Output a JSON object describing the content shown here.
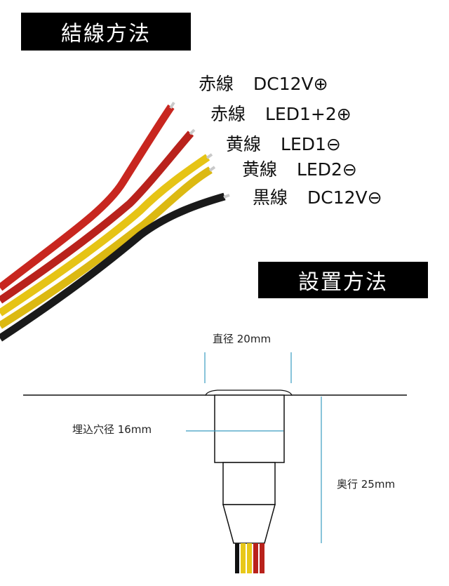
{
  "wiring": {
    "title": "結線方法",
    "wires": [
      {
        "color_name": "赤線",
        "function": "DC12V⊕",
        "color": "#c8261f"
      },
      {
        "color_name": "赤線",
        "function": "LED1+2⊕",
        "color": "#c8261f"
      },
      {
        "color_name": "黄線",
        "function": "LED1⊖",
        "color": "#e8c81a"
      },
      {
        "color_name": "黄線",
        "function": "LED2⊖",
        "color": "#e8c81a"
      },
      {
        "color_name": "黒線",
        "function": "DC12V⊖",
        "color": "#1a1a1a"
      }
    ]
  },
  "installation": {
    "title": "設置方法",
    "diameter": "直径 20mm",
    "hole_diameter": "埋込穴径 16mm",
    "depth": "奥行 25mm",
    "dimension_line_color": "#3a9cc0"
  }
}
